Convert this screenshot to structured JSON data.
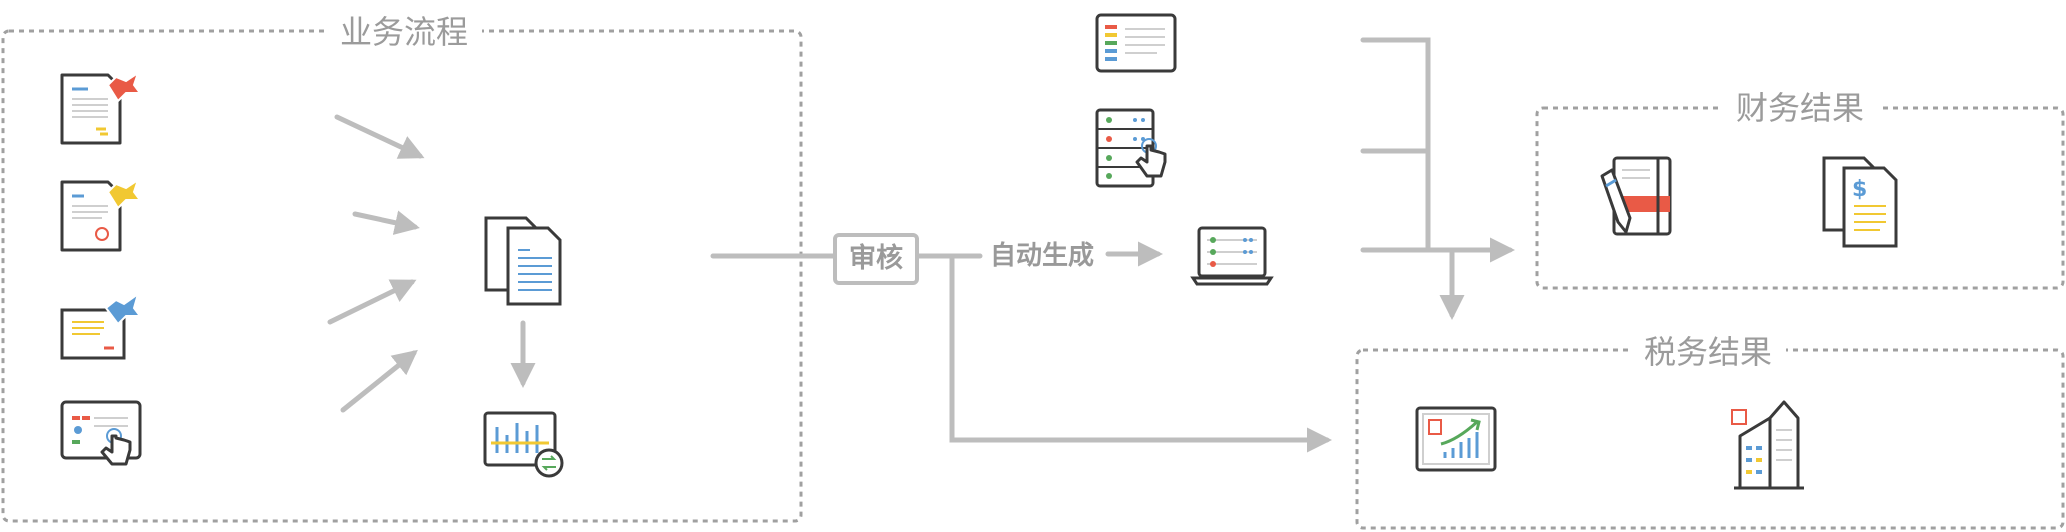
{
  "groups": {
    "business_process": "业务流程",
    "finance_result": "财务结果",
    "tax_result": "税务结果"
  },
  "steps": {
    "review": "审核",
    "auto_generate": "自动生成"
  },
  "colors": {
    "line": "#bdbdbd",
    "dash": "#9e9e9e",
    "outline": "#3a3a3a",
    "red": "#e95a46",
    "yellow": "#f1c832",
    "blue": "#5b9bd5",
    "green": "#57a85b"
  },
  "icons": [
    "document-flag-red-icon",
    "document-stamp-flag-yellow-icon",
    "receipt-flag-blue-icon",
    "tablet-tap-icon",
    "copy-documents-icon",
    "bar-chart-convert-icon",
    "list-window-icon",
    "list-touch-icon",
    "laptop-list-icon",
    "ledger-pen-icon",
    "dollar-documents-icon",
    "tax-chart-icon",
    "tax-building-icon"
  ]
}
